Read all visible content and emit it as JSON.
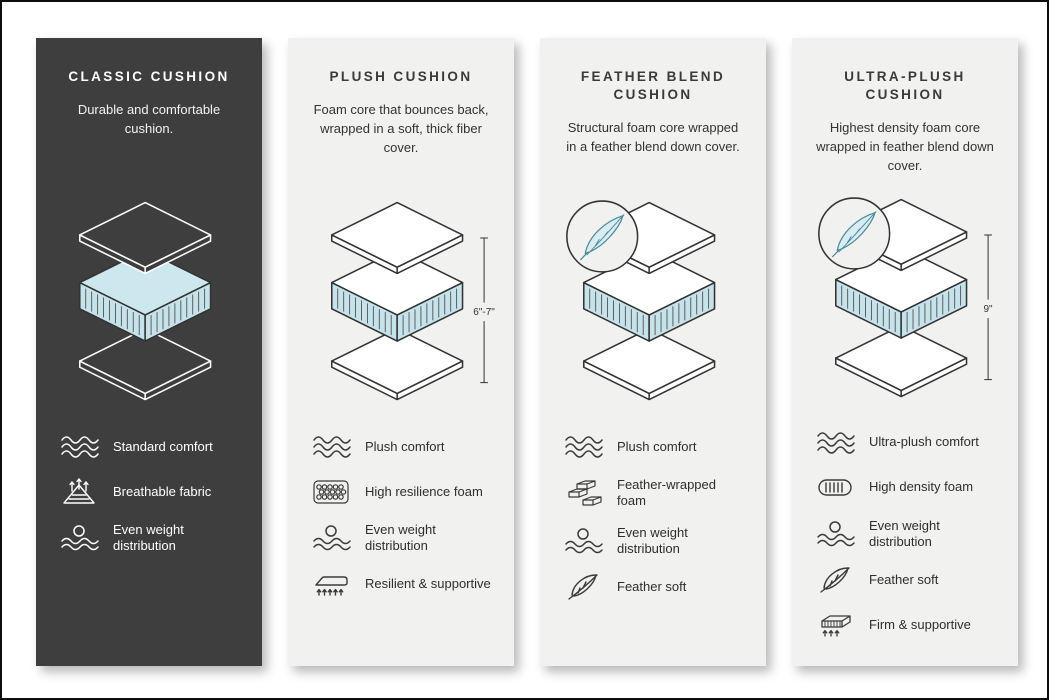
{
  "colors": {
    "dark_card_bg": "#3e3e3e",
    "light_card_bg": "#f1f1ef",
    "foam_blue": "#c6e2eb",
    "outline": "#333333"
  },
  "cards": [
    {
      "id": "classic",
      "theme": "dark",
      "title": "CLASSIC CUSHION",
      "description": "Durable and comfortable cushion.",
      "features": [
        {
          "icon": "waves-icon",
          "label": "Standard comfort"
        },
        {
          "icon": "breathable-fabric-icon",
          "label": "Breathable fabric"
        },
        {
          "icon": "weight-distribution-icon",
          "label": "Even weight distribution"
        }
      ]
    },
    {
      "id": "plush",
      "theme": "light",
      "title": "PLUSH CUSHION",
      "description": "Foam core that bounces back, wrapped in a soft, thick fiber cover.",
      "measurement": "6\"-7\"",
      "features": [
        {
          "icon": "waves-icon",
          "label": "Plush comfort"
        },
        {
          "icon": "foam-bubbles-icon",
          "label": "High resilience foam"
        },
        {
          "icon": "weight-distribution-icon",
          "label": "Even weight distribution"
        },
        {
          "icon": "resilient-icon",
          "label": "Resilient & supportive"
        }
      ]
    },
    {
      "id": "feather-blend",
      "theme": "light",
      "title": "FEATHER BLEND CUSHION",
      "description": "Structural foam core wrapped in a feather blend down cover.",
      "has_feather_badge": true,
      "features": [
        {
          "icon": "waves-icon",
          "label": "Plush comfort"
        },
        {
          "icon": "feather-wrapped-foam-icon",
          "label": "Feather-wrapped foam"
        },
        {
          "icon": "weight-distribution-icon",
          "label": "Even weight distribution"
        },
        {
          "icon": "feather-icon",
          "label": "Feather soft"
        }
      ]
    },
    {
      "id": "ultra-plush",
      "theme": "light",
      "title": "ULTRA-PLUSH CUSHION",
      "description": "Highest density foam core wrapped in feather blend down cover.",
      "measurement": "9\"",
      "has_feather_badge": true,
      "features": [
        {
          "icon": "waves-icon",
          "label": "Ultra-plush comfort"
        },
        {
          "icon": "high-density-foam-icon",
          "label": "High density foam"
        },
        {
          "icon": "weight-distribution-icon",
          "label": "Even weight distribution"
        },
        {
          "icon": "feather-icon",
          "label": "Feather soft"
        },
        {
          "icon": "firm-supportive-icon",
          "label": "Firm & supportive"
        }
      ]
    }
  ]
}
